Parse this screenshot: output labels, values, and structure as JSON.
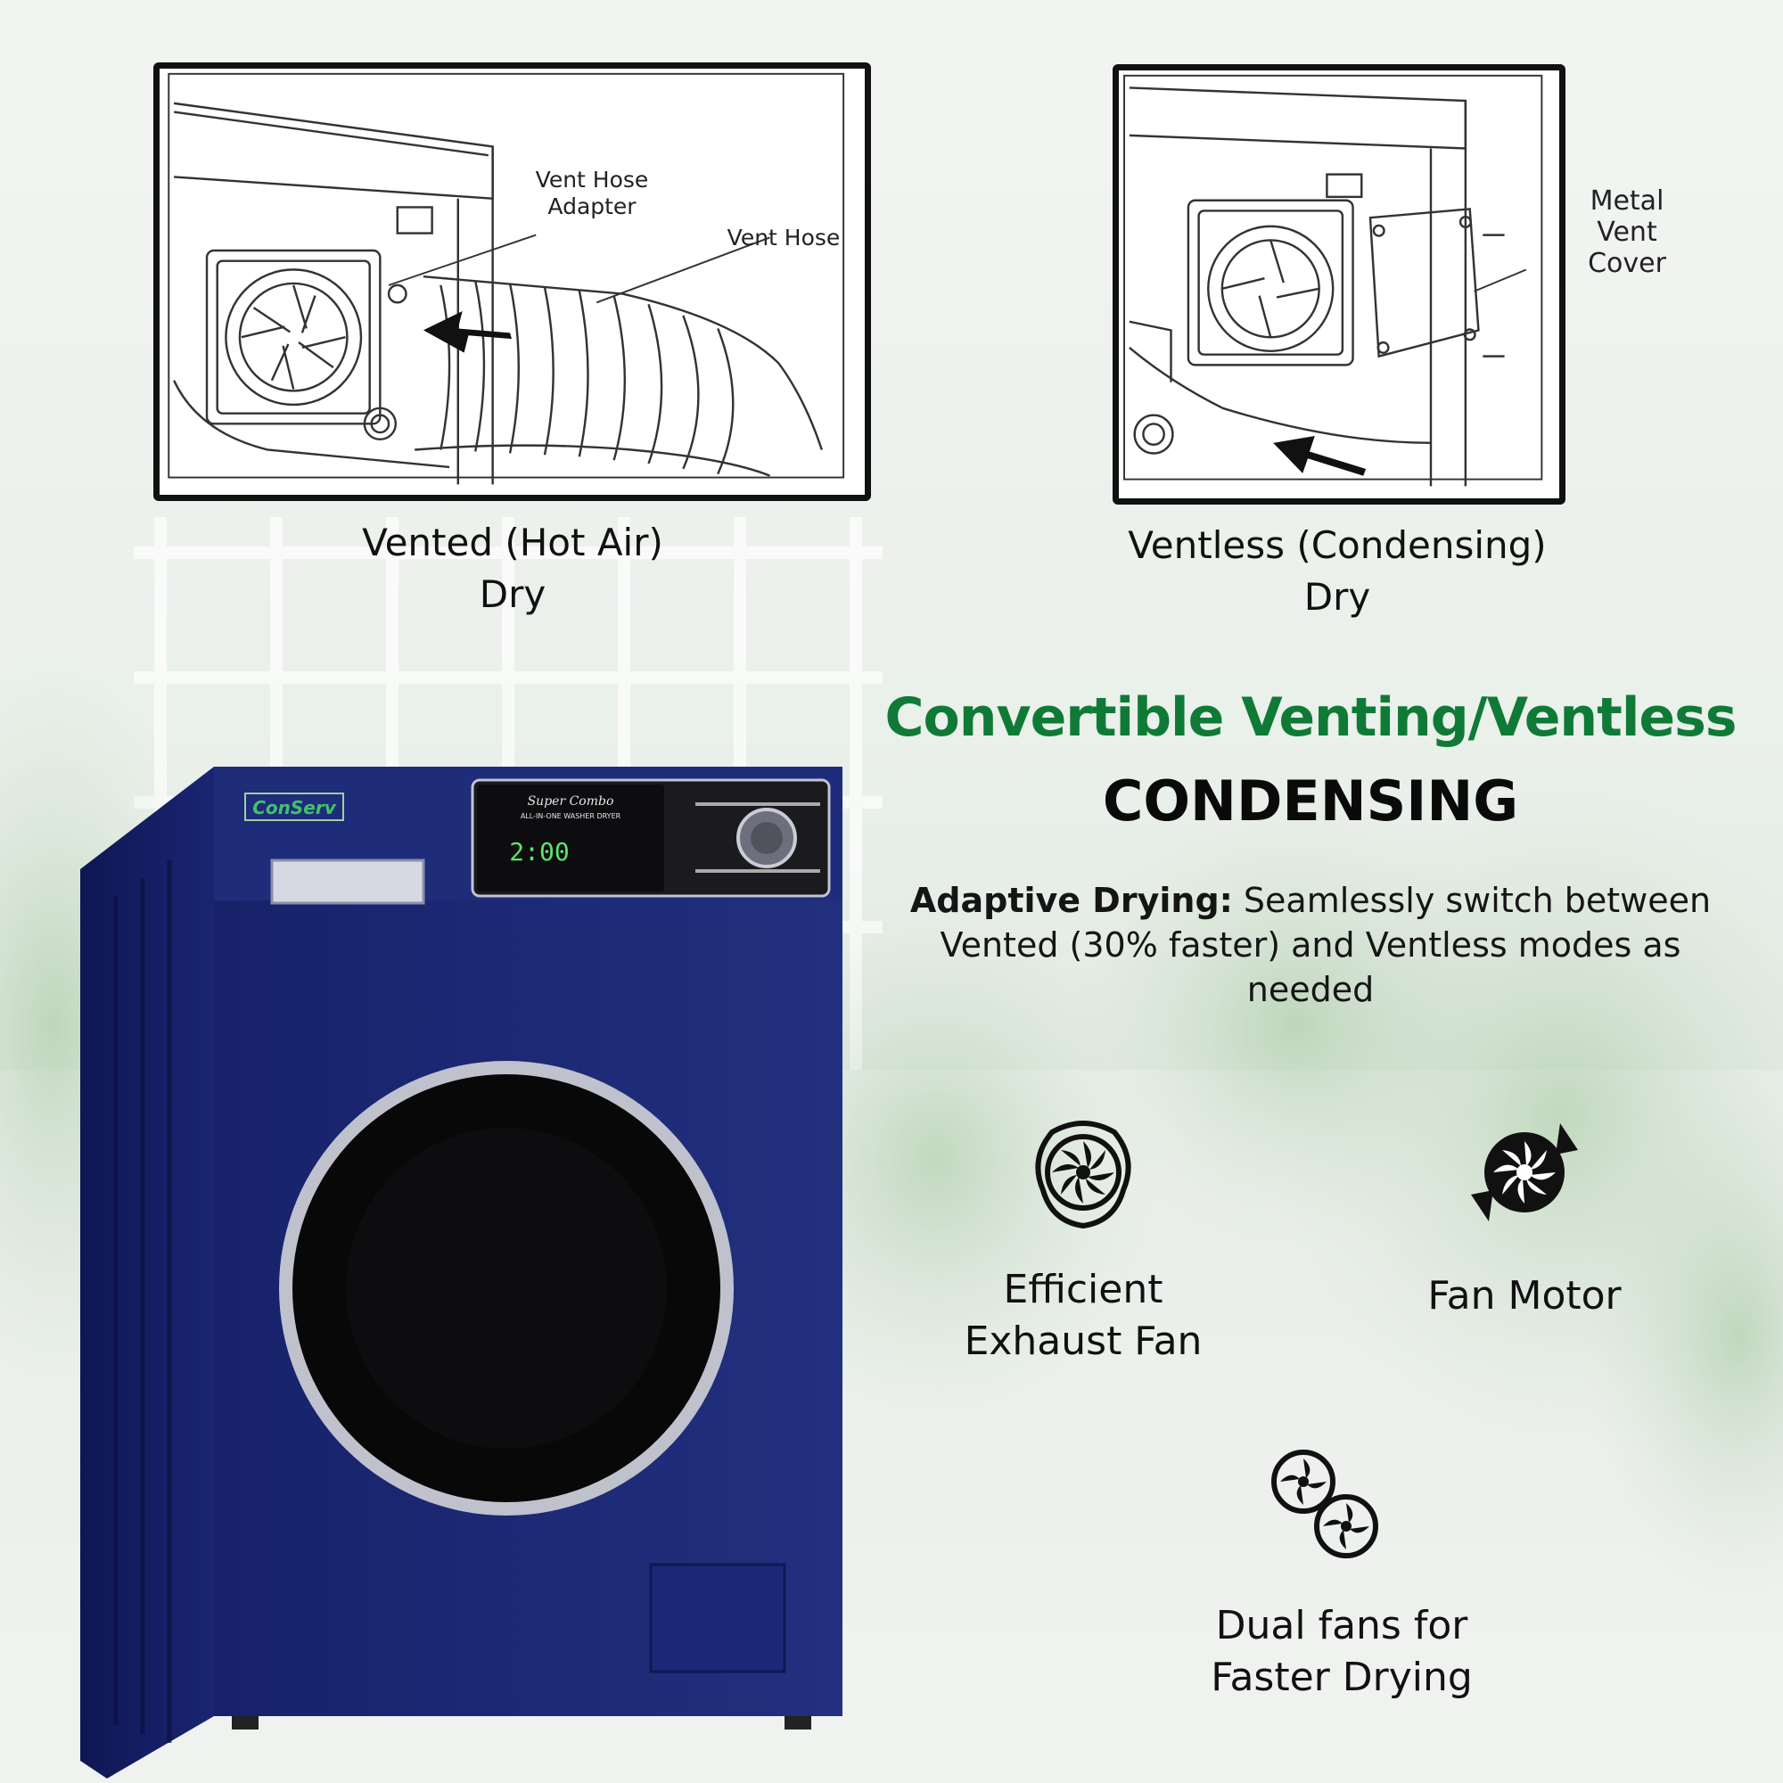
{
  "vented": {
    "callouts": {
      "adapter": "Vent Hose\nAdapter",
      "hose": "Vent Hose"
    },
    "caption": "Vented (Hot Air)\nDry"
  },
  "ventless": {
    "callouts": {
      "cover": "Metal\nVent\nCover"
    },
    "caption": "Ventless (Condensing)\nDry"
  },
  "headline": {
    "line1": "Convertible Venting/Ventless",
    "line2": "CONDENSING"
  },
  "description": {
    "lead": "Adaptive Drying:",
    "body": " Seamlessly switch between Vented (30% faster) and Ventless modes as needed"
  },
  "features": [
    {
      "label": "Efficient\nExhaust Fan",
      "icon": "exhaust-fan-icon"
    },
    {
      "label": "Fan Motor",
      "icon": "fan-motor-icon"
    },
    {
      "label": "Dual fans for\nFaster Drying",
      "icon": "dual-fans-icon"
    }
  ],
  "washer": {
    "brand": "ConServ",
    "panel_title": "Super Combo",
    "panel_subtitle": "ALL-IN-ONE WASHER DRYER",
    "display": "2:00",
    "color": "#1c2a78"
  },
  "colors": {
    "accent_green": "#0f7a36",
    "washer_blue": "#1c2a78"
  }
}
